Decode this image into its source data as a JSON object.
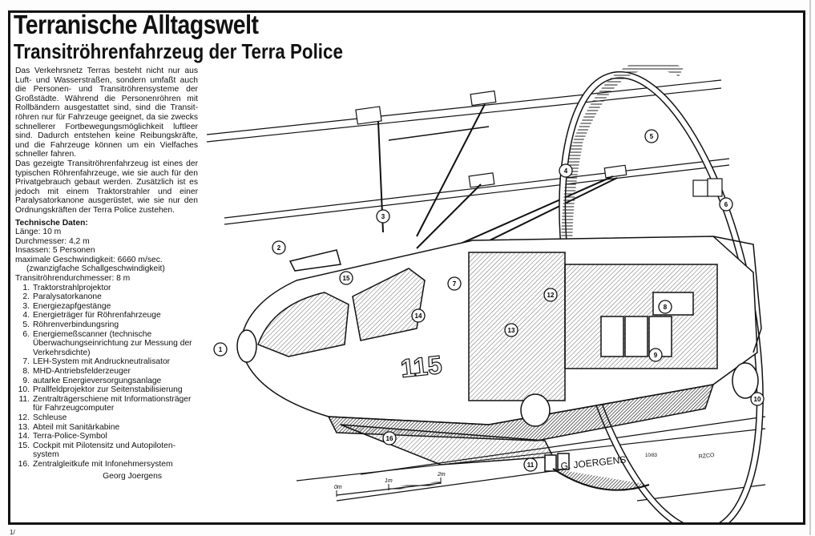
{
  "header": {
    "title": "Terranische Alltagswelt",
    "subtitle": "Transitröhrenfahrzeug der Terra Police"
  },
  "intro": {
    "paragraph1": "Das Verkehrsnetz Terras besteht nicht nur aus Luft- und Wasserstraßen, sondern umfaßt auch die Personen- und Transitröhrensysteme der Großstädte. Während die Personenröhren mit Rollbändern ausgestattet sind, sind die Transit­röhren nur für Fahrzeuge geeignet, da sie zwecks schnellerer Fortbewegungsmöglichkeit luftleer sind. Dadurch entstehen keine Rei­bungskräfte, und die Fahrzeuge können um ein Vielfaches schneller fahren.",
    "paragraph2": "Das gezeigte Transitröhrenfahrzeug ist eines der typischen Röhrenfahrzeuge, wie sie auch für den Privatgebrauch gebaut werden. Zusätz­lich ist es jedoch mit einem Traktorstrahler und einer Paralysatorkanone ausgerüstet, wie sie nur den Ordnungskräften der Terra Police zustehen."
  },
  "tech_data": {
    "heading": "Technische Daten:",
    "specs": [
      {
        "text": "Länge: 10 m",
        "indent": false
      },
      {
        "text": "Durchmesser: 4,2 m",
        "indent": false
      },
      {
        "text": "Insassen: 5 Personen",
        "indent": false
      },
      {
        "text": "maximale Geschwindigkeit: 6660 m/sec.",
        "indent": false
      },
      {
        "text": "(zwanzigfache Schallgeschwindigkeit)",
        "indent": true
      },
      {
        "text": "Transitröhrendurchmesser: 8 m",
        "indent": false
      }
    ]
  },
  "legend": [
    {
      "num": "1.",
      "label": "Traktorstrahlprojektor"
    },
    {
      "num": "2.",
      "label": "Paralysatorkanone"
    },
    {
      "num": "3.",
      "label": "Energiezapfgestänge"
    },
    {
      "num": "4.",
      "label": "Energieträger für Röhrenfahrzeuge"
    },
    {
      "num": "5.",
      "label": "Röhrenverbindungsring"
    },
    {
      "num": "6.",
      "label": "Energiemeßscanner (technische Überwachungseinrichtung zur Messung der Verkehrsdichte)"
    },
    {
      "num": "7.",
      "label": "LEH-System mit Andruckneutralisator"
    },
    {
      "num": "8.",
      "label": "MHD-Antriebsfelderzeuger"
    },
    {
      "num": "9.",
      "label": "autarke Energieversorgungsanlage"
    },
    {
      "num": "10.",
      "label": "Prallfeldprojektor zur Seitenstabilisierung"
    },
    {
      "num": "11.",
      "label": "Zentralträgerschiene mit Informations­träger für Fahrzeugcomputer"
    },
    {
      "num": "12.",
      "label": "Schleuse"
    },
    {
      "num": "13.",
      "label": "Abteil mit Sanitärkabine"
    },
    {
      "num": "14.",
      "label": "Terra-Police-Symbol"
    },
    {
      "num": "15.",
      "label": "Cockpit mit Pilotensitz und Autopiloten­system"
    },
    {
      "num": "16.",
      "label": "Zentralgleitkufe mit Infonehmersystem"
    }
  ],
  "author": "Georg Joergens",
  "illustration": {
    "callouts": [
      "1",
      "2",
      "3",
      "4",
      "5",
      "6",
      "7",
      "8",
      "9",
      "10",
      "11",
      "12",
      "13",
      "14",
      "15",
      "16"
    ],
    "hull_number": "115",
    "signature": "G. JOERGENS",
    "signature_date": "10/83",
    "studio_mark": "RZCO",
    "scale_labels": [
      "0m",
      "1m",
      "2m"
    ]
  },
  "corner_mark": "1/"
}
